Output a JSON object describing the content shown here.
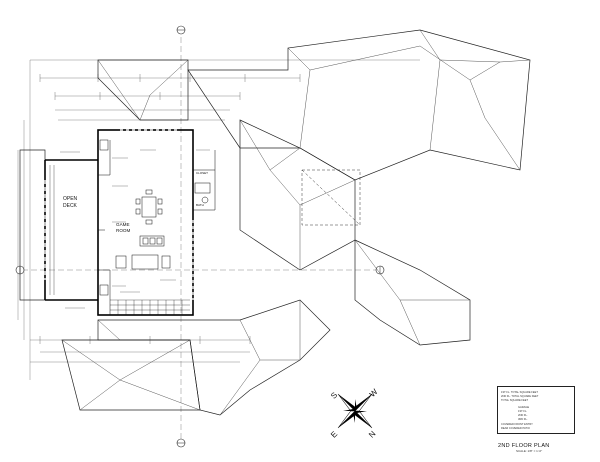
{
  "sheet": {
    "title": "2ND FLOOR PLAN",
    "scale": "SCALE: 1/8\" = 1'-0\""
  },
  "rooms": {
    "open_deck": "OPEN\nDECK",
    "open_deck_line1": "OPEN",
    "open_deck_line2": "DECK",
    "game_room_line1": "GAME",
    "game_room_line2": "ROOM",
    "closet": "CLOSET",
    "bath": "BATH"
  },
  "compass": {
    "north": "N",
    "south": "S",
    "east": "E",
    "west": "W"
  },
  "notes": [
    "1ST FL. TOTAL SQUARE FEET",
    "2ND FL. TOTAL SQUARE FEET",
    "TOTAL SQUARE FEET",
    "GARAGE",
    "1ST FL.",
    "2ND FL.",
    "3RD FL.",
    "COVERED FRONT ENTRY",
    "REAR COVERED PATIO"
  ]
}
